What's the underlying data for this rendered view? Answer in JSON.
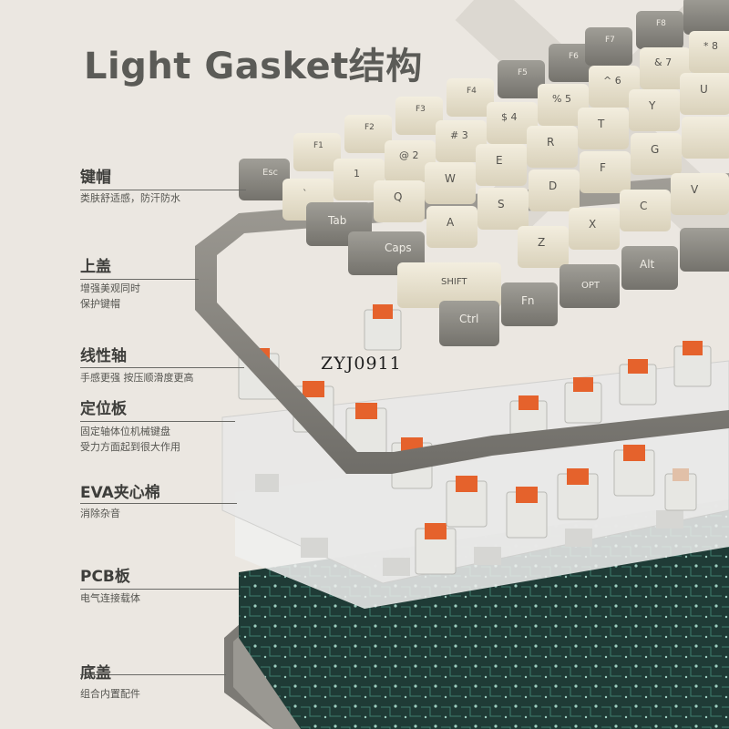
{
  "title": "Light Gasket结构",
  "layers": [
    {
      "name": "键帽",
      "desc": [
        "类肤舒适感，防汗防水"
      ]
    },
    {
      "name": "上盖",
      "desc": [
        "增强美观同时",
        "保护键帽"
      ]
    },
    {
      "name": "线性轴",
      "desc": [
        "手感更强 按压顺滑度更高"
      ]
    },
    {
      "name": "定位板",
      "desc": [
        "固定轴体位机械键盘",
        "受力方面起到很大作用"
      ]
    },
    {
      "name": "EVA夹心棉",
      "desc": [
        "消除杂音"
      ]
    },
    {
      "name": "PCB板",
      "desc": [
        "电气连接载体"
      ]
    },
    {
      "name": "底盖",
      "desc": [
        "组合内置配件"
      ]
    }
  ],
  "watermark": "ZYJ0911",
  "keycaps": {
    "fn_row": [
      "Esc",
      "F1",
      "F2",
      "F3",
      "F4",
      "F5",
      "F6",
      "F7",
      "F8"
    ],
    "num_row": [
      "`",
      "1",
      "@ 2",
      "# 3",
      "$ 4",
      "% 5",
      "^ 6",
      "& 7",
      "* 8"
    ],
    "q_row": [
      "Tab",
      "Q",
      "W",
      "E",
      "R",
      "T",
      "Y",
      "U"
    ],
    "a_row": [
      "Caps",
      "A",
      "S",
      "D",
      "F",
      "G"
    ],
    "z_row": [
      "SHIFT",
      "Z",
      "X",
      "C",
      "V"
    ],
    "bottom_row": [
      "Ctrl",
      "Fn",
      "OPT",
      "Alt"
    ]
  },
  "colors": {
    "background": "#ebe7e1",
    "keycap_cream": "#e8e1cd",
    "keycap_gray": "#86847d",
    "case_gray": "#8b8882",
    "switch_orange": "#e5622c",
    "pcb_green": "#1f3b36",
    "plate": "#e8e8e8"
  }
}
